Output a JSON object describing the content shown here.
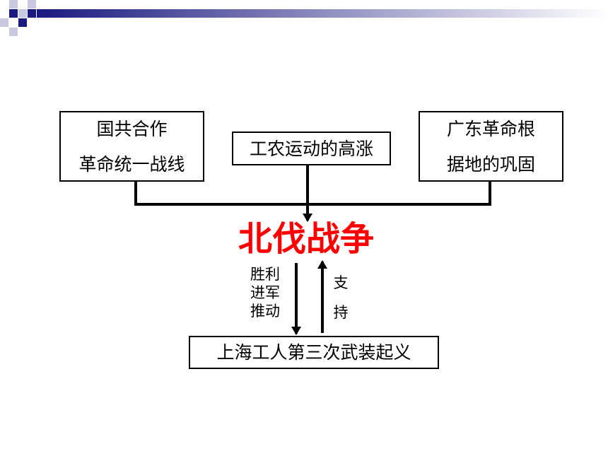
{
  "diagram": {
    "title": "北伐战争",
    "boxes": {
      "left": {
        "lines": [
          "国共合作",
          "革命统一战线"
        ]
      },
      "middle": {
        "text": "工农运动的高涨"
      },
      "right": {
        "lines": [
          "广东革命根",
          "据地的巩固"
        ]
      },
      "bottom": {
        "text": "上海工人第三次武装起义"
      }
    },
    "edge_labels": {
      "down": [
        "胜利",
        "进军",
        "推动"
      ],
      "up": [
        "支",
        "持"
      ]
    }
  },
  "colors": {
    "title": "#ff0000",
    "banner_dark": "#1a1a80",
    "banner_light": "#c8c8e0"
  }
}
